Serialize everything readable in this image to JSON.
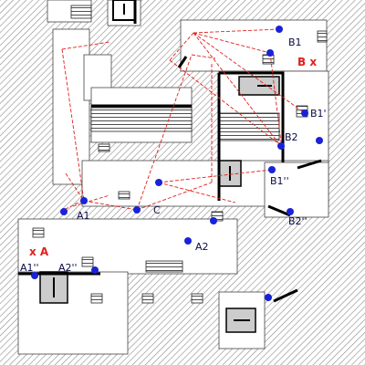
{
  "colors": {
    "hatch": "#8a8a8a",
    "wall": "#000000",
    "floor": "#ffffff",
    "path": "#e0201c",
    "node": "#1a22d8",
    "label": "#0a0a46",
    "target": "#e0201c"
  },
  "labels": {
    "B1": "B1",
    "B_target": "B x",
    "B1_prime": "B1'",
    "B2": "B2",
    "B1_double": "B1''",
    "B2_double": "B2''",
    "A1": "A1",
    "C": "C",
    "A2": "A2",
    "A_target": "x A",
    "A1_double": "A1''",
    "A2_double": "A2''"
  }
}
